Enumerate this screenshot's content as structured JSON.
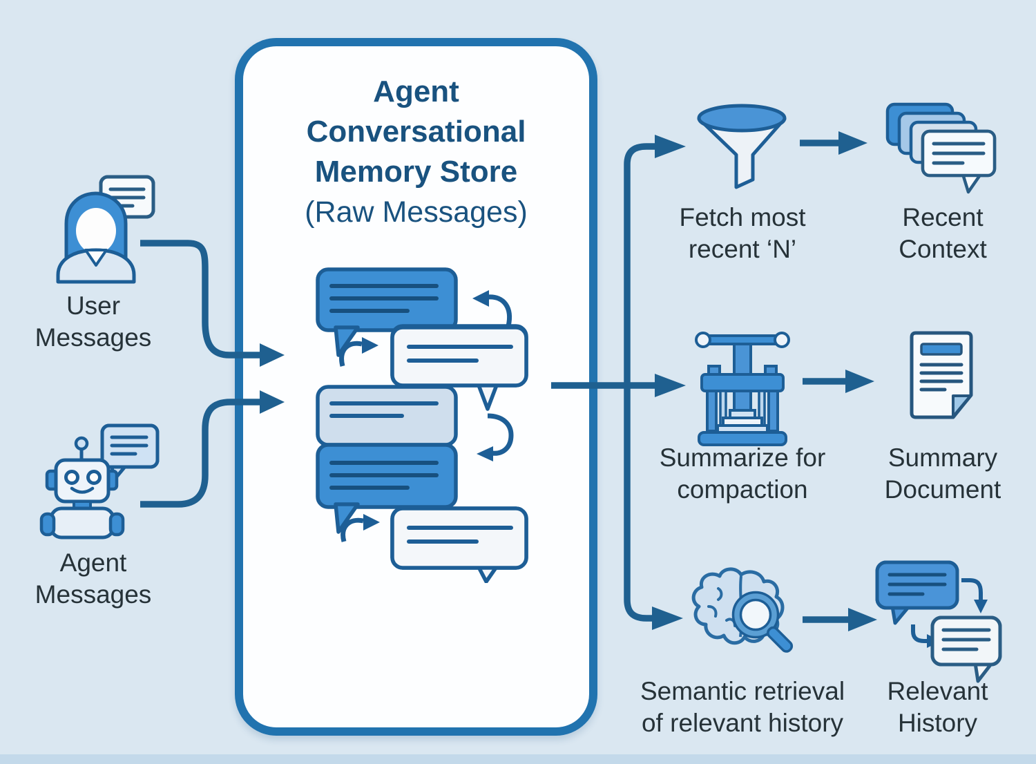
{
  "title": {
    "line1": "Agent",
    "line2": "Conversational",
    "line3": "Memory Store",
    "subtitle": "(Raw Messages)"
  },
  "inputs": {
    "user": {
      "line1": "User",
      "line2": "Messages"
    },
    "agent": {
      "line1": "Agent",
      "line2": "Messages"
    }
  },
  "branches": {
    "fetch": {
      "process_line1": "Fetch most",
      "process_line2": "recent ‘N’",
      "result_line1": "Recent",
      "result_line2": "Context"
    },
    "summarize": {
      "process_line1": "Summarize for",
      "process_line2": "compaction",
      "result_line1": "Summary",
      "result_line2": "Document"
    },
    "semantic": {
      "process_line1": "Semantic retrieval",
      "process_line2": "of relevant history",
      "result_line1": "Relevant",
      "result_line2": "History"
    }
  },
  "icons": {
    "user": "person-with-speech-bubble-icon",
    "agent": "robot-with-speech-bubble-icon",
    "store": "stacked-chat-bubbles-icon",
    "fetch": "funnel-icon",
    "recent": "cascading-chat-bubbles-icon",
    "summarize": "compactor-press-icon",
    "summary": "document-icon",
    "semantic": "brain-with-magnifier-icon",
    "relevant": "linked-chat-bubbles-icon"
  },
  "colors": {
    "background": "#dae7f1",
    "box_border": "#2173af",
    "box_fill": "#fdfeff",
    "connector": "#1f6090",
    "bubble_blue": "#3d8fd4",
    "bubble_light": "#cfdeed",
    "bubble_white": "#f4f7fa",
    "outline_dark": "#1d5e96",
    "title_text": "#19527f",
    "label_text": "#263238"
  }
}
